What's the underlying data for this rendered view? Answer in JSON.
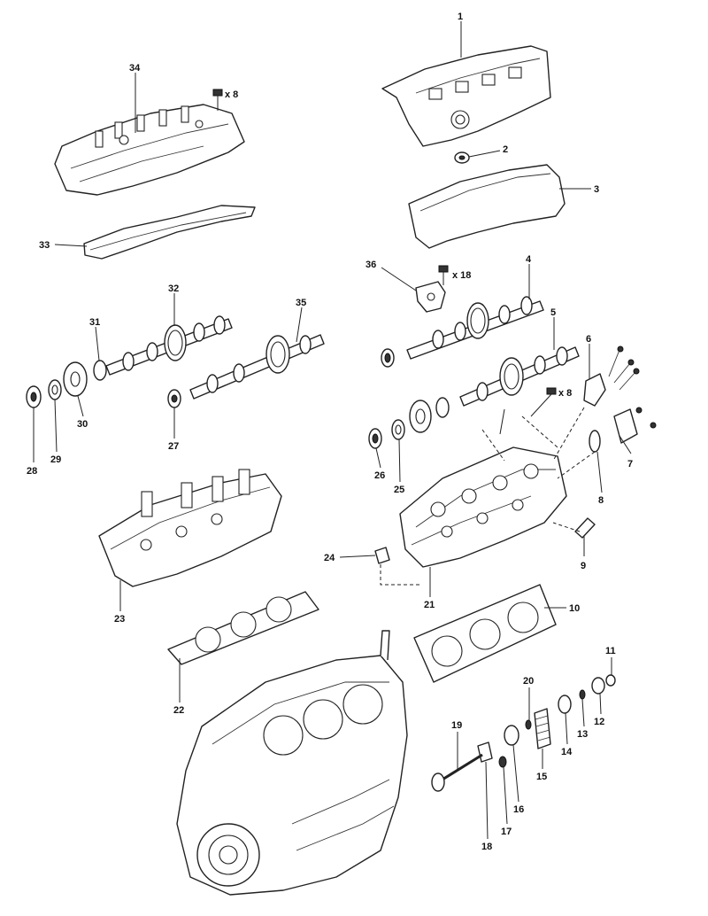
{
  "diagram": {
    "parts": [
      {
        "num": "1"
      },
      {
        "num": "2"
      },
      {
        "num": "3"
      },
      {
        "num": "4"
      },
      {
        "num": "5"
      },
      {
        "num": "6"
      },
      {
        "num": "7"
      },
      {
        "num": "8"
      },
      {
        "num": "9"
      },
      {
        "num": "10"
      },
      {
        "num": "11"
      },
      {
        "num": "12"
      },
      {
        "num": "13"
      },
      {
        "num": "14"
      },
      {
        "num": "15"
      },
      {
        "num": "16"
      },
      {
        "num": "17"
      },
      {
        "num": "18"
      },
      {
        "num": "19"
      },
      {
        "num": "20"
      },
      {
        "num": "21"
      },
      {
        "num": "22"
      },
      {
        "num": "23"
      },
      {
        "num": "24"
      },
      {
        "num": "25"
      },
      {
        "num": "26"
      },
      {
        "num": "27"
      },
      {
        "num": "28"
      },
      {
        "num": "29"
      },
      {
        "num": "30"
      },
      {
        "num": "31"
      },
      {
        "num": "32"
      },
      {
        "num": "33"
      },
      {
        "num": "34"
      },
      {
        "num": "35"
      },
      {
        "num": "36"
      }
    ],
    "quantities": {
      "bolts_left_cover": "x 8",
      "bolts_cam_caps": "x 18",
      "bolts_head": "x 8"
    }
  }
}
